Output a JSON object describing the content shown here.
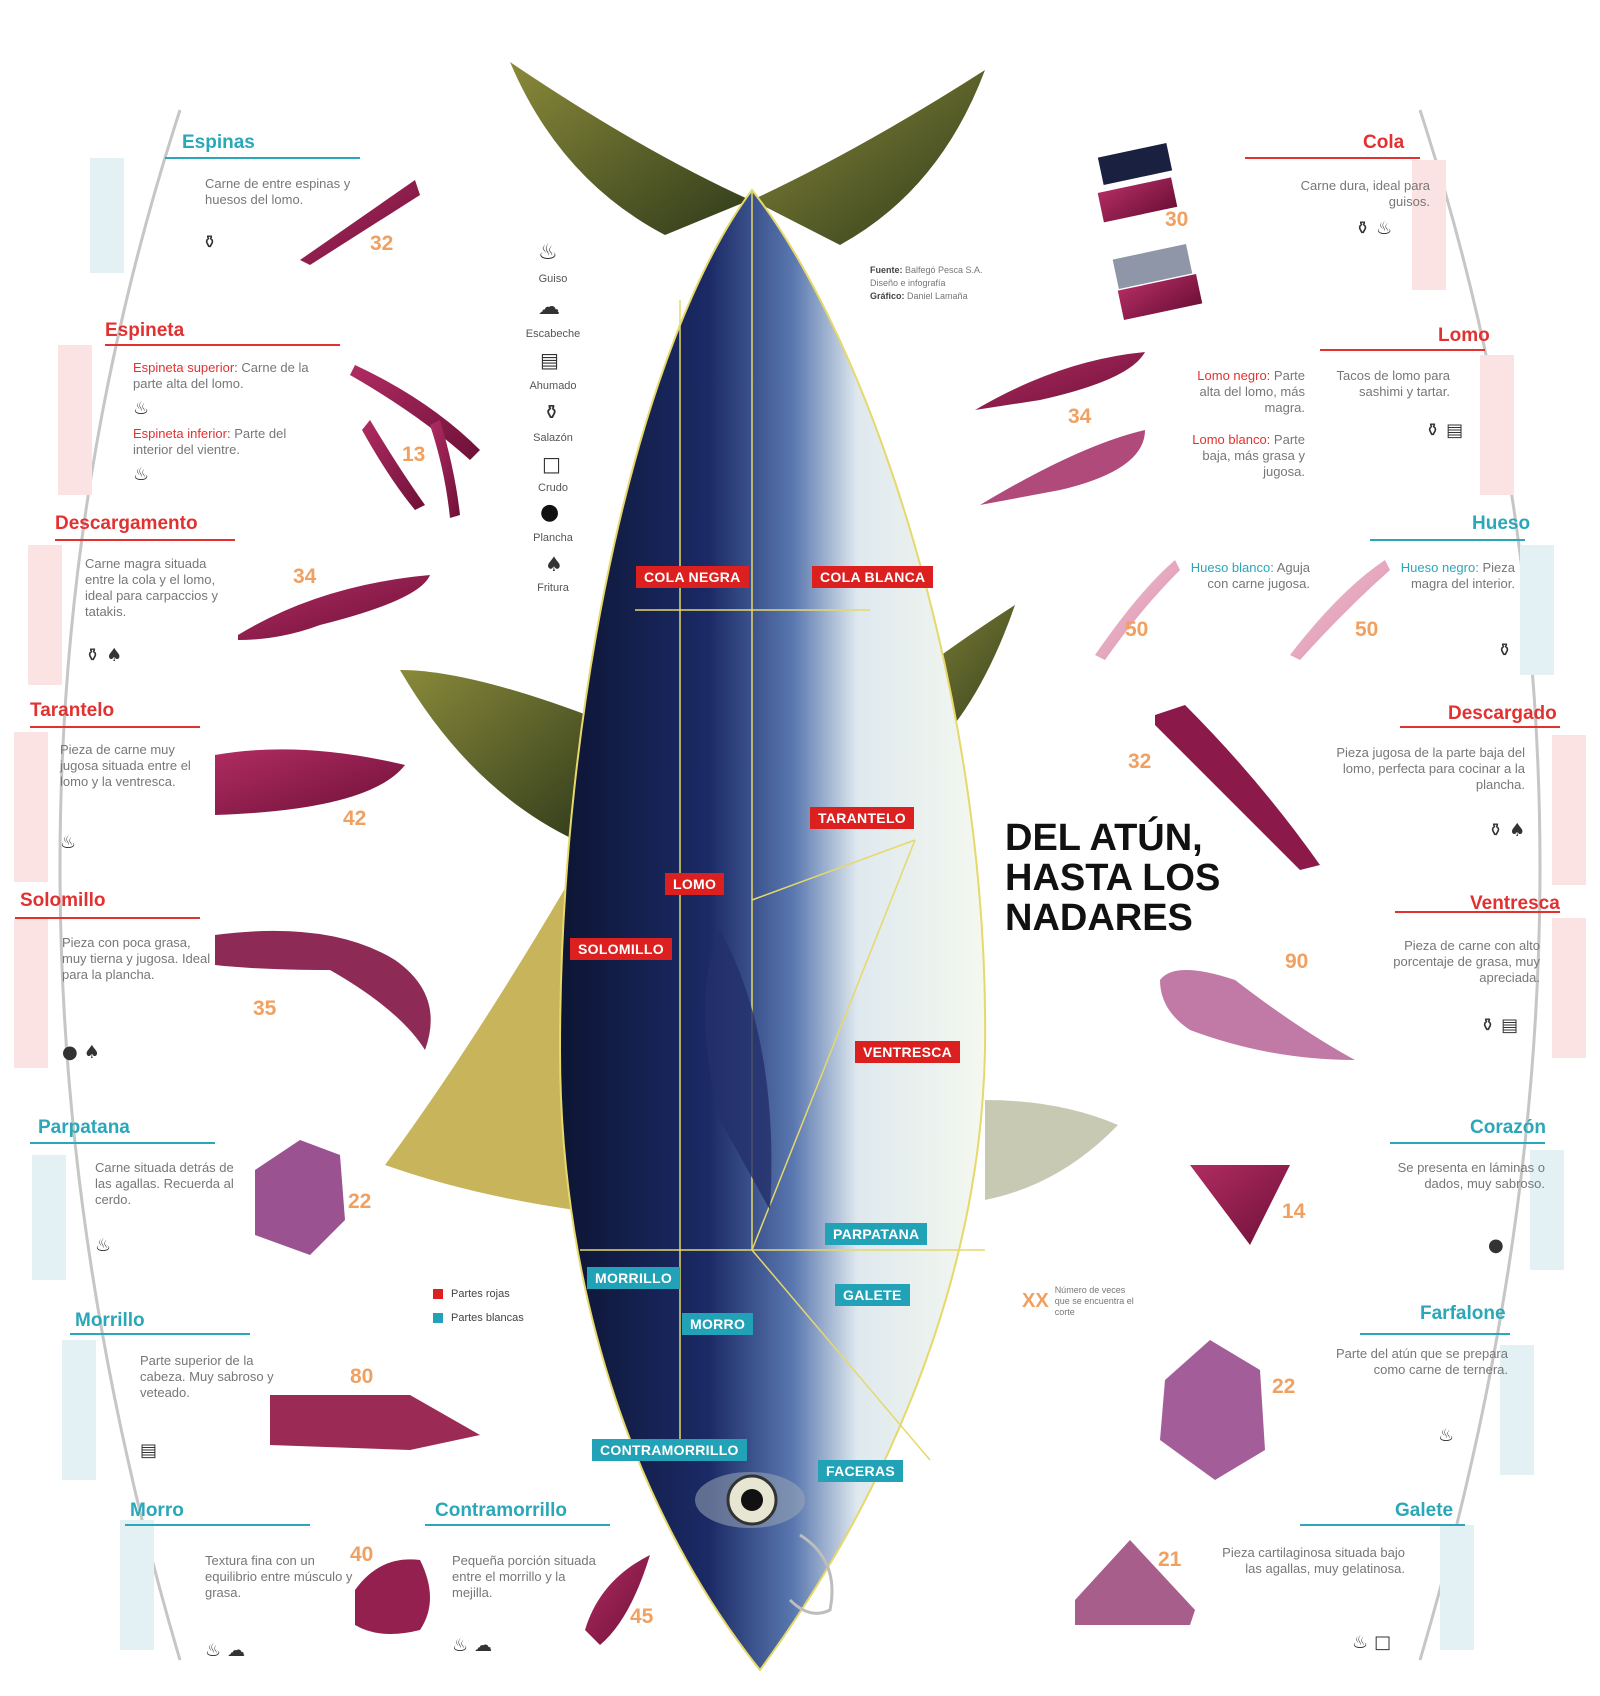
{
  "title": "DEL ATÚN, HASTA LOS NADARES",
  "source": {
    "line1_label": "Fuente:",
    "line1_text": "Balfegó Pesca S.A.",
    "line2_text": "Diseño e infografía",
    "line3_label": "Gráfico:",
    "line3_text": "Daniel Lamaña"
  },
  "cooking_legend": [
    {
      "icon": "pot-icon",
      "label": "Guiso"
    },
    {
      "icon": "steamer-icon",
      "label": "Escabeche"
    },
    {
      "icon": "smoker-icon",
      "label": "Ahumado"
    },
    {
      "icon": "bottle-icon",
      "label": "Salazón"
    },
    {
      "icon": "raw-icon",
      "label": "Crudo"
    },
    {
      "icon": "pan-icon",
      "label": "Plancha"
    },
    {
      "icon": "fryer-icon",
      "label": "Fritura"
    }
  ],
  "key": [
    {
      "label": "Partes rojas",
      "color": "#dc2020"
    },
    {
      "label": "Partes blancas",
      "color": "#22a2b6"
    }
  ],
  "scale": {
    "value": "XX",
    "text": "Número de veces que se encuentra el corte"
  },
  "left_cuts": [
    {
      "header": "Espinas",
      "color": "blue",
      "desc": "Carne de entre espinas y huesos del lomo.",
      "num": "32"
    },
    {
      "header": "Espineta",
      "color": "red",
      "desc_hl1": "Espineta superior:",
      "desc1": "Carne de la parte alta del lomo.",
      "desc_hl2": "Espineta inferior:",
      "desc2": "Parte del interior del vientre.",
      "num": "13"
    },
    {
      "header": "Descargamento",
      "color": "red",
      "desc": "Carne magra situada entre la cola y el lomo, ideal para carpaccios y tatakis.",
      "num": "34"
    },
    {
      "header": "Tarantelo",
      "color": "red",
      "desc": "Pieza de carne muy jugosa situada entre el lomo y la ventresca.",
      "num": "42"
    },
    {
      "header": "Solomillo",
      "color": "red",
      "desc": "Pieza con poca grasa, muy tierna y jugosa. Ideal para la plancha.",
      "num": "35"
    },
    {
      "header": "Parpatana",
      "color": "blue",
      "desc": "Carne situada detrás de las agallas. Recuerda al cerdo.",
      "num": "22"
    },
    {
      "header": "Morrillo",
      "color": "blue",
      "desc": "Parte superior de la cabeza. Muy sabroso y veteado.",
      "num": "80"
    },
    {
      "header": "Morro",
      "color": "blue",
      "desc": "Textura fina con un equilibrio entre músculo y grasa.",
      "num": "40"
    },
    {
      "header": "Contramorrillo",
      "color": "blue",
      "desc": "Pequeña porción situada entre el morrillo y la mejilla.",
      "num": "45"
    }
  ],
  "right_cuts": [
    {
      "header": "Cola",
      "color": "red",
      "desc": "Carne dura, ideal para guisos.",
      "num": "30"
    },
    {
      "header": "Lomo",
      "color": "red",
      "desc_hl1": "Lomo negro:",
      "desc1": "Parte alta del lomo, más magra.",
      "desc_hl2": "Lomo blanco:",
      "desc2": "Parte baja, más grasa y jugosa.",
      "desc_side": "Tacos de lomo para sashimi y tartar.",
      "num": "34"
    },
    {
      "header": "Hueso",
      "color": "blue",
      "desc_hl1": "Hueso blanco:",
      "desc1": "Aguja con carne jugosa.",
      "desc_hl2": "Hueso negro:",
      "desc2": "Pieza magra del interior.",
      "num1": "50",
      "num2": "50"
    },
    {
      "header": "Descargado",
      "color": "red",
      "desc": "Pieza jugosa de la parte baja del lomo, perfecta para cocinar a la plancha.",
      "num": "32"
    },
    {
      "header": "Ventresca",
      "color": "red",
      "desc": "Pieza de carne con alto porcentaje de grasa, muy apreciada.",
      "num": "90"
    },
    {
      "header": "Corazón",
      "color": "blue",
      "desc": "Se presenta en láminas o dados, muy sabroso.",
      "num": "14"
    },
    {
      "header": "Farfalone",
      "color": "blue",
      "desc": "Parte del atún que se prepara como carne de ternera.",
      "num": "22"
    },
    {
      "header": "Galete",
      "color": "blue",
      "desc": "Pieza cartilaginosa situada bajo las agallas, muy gelatinosa.",
      "num": "21"
    }
  ],
  "fish_labels": [
    {
      "text": "COLA NEGRA",
      "color": "red"
    },
    {
      "text": "COLA BLANCA",
      "color": "red"
    },
    {
      "text": "TARANTELO",
      "color": "red"
    },
    {
      "text": "LOMO",
      "color": "red"
    },
    {
      "text": "SOLOMILLO",
      "color": "red"
    },
    {
      "text": "VENTRESCA",
      "color": "red"
    },
    {
      "text": "PARPATANA",
      "color": "blue"
    },
    {
      "text": "MORRILLO",
      "color": "blue"
    },
    {
      "text": "GALETE",
      "color": "blue"
    },
    {
      "text": "MORRO",
      "color": "blue"
    },
    {
      "text": "CONTRAMORRILLO",
      "color": "blue"
    },
    {
      "text": "FACERAS",
      "color": "blue"
    }
  ],
  "colors": {
    "blue": "#2aa7b8",
    "red": "#e23131",
    "meat": "#8b1a4a",
    "fish_back": "#16204a",
    "fish_belly": "#eaf2e6",
    "fin": "#6e6a2a"
  }
}
